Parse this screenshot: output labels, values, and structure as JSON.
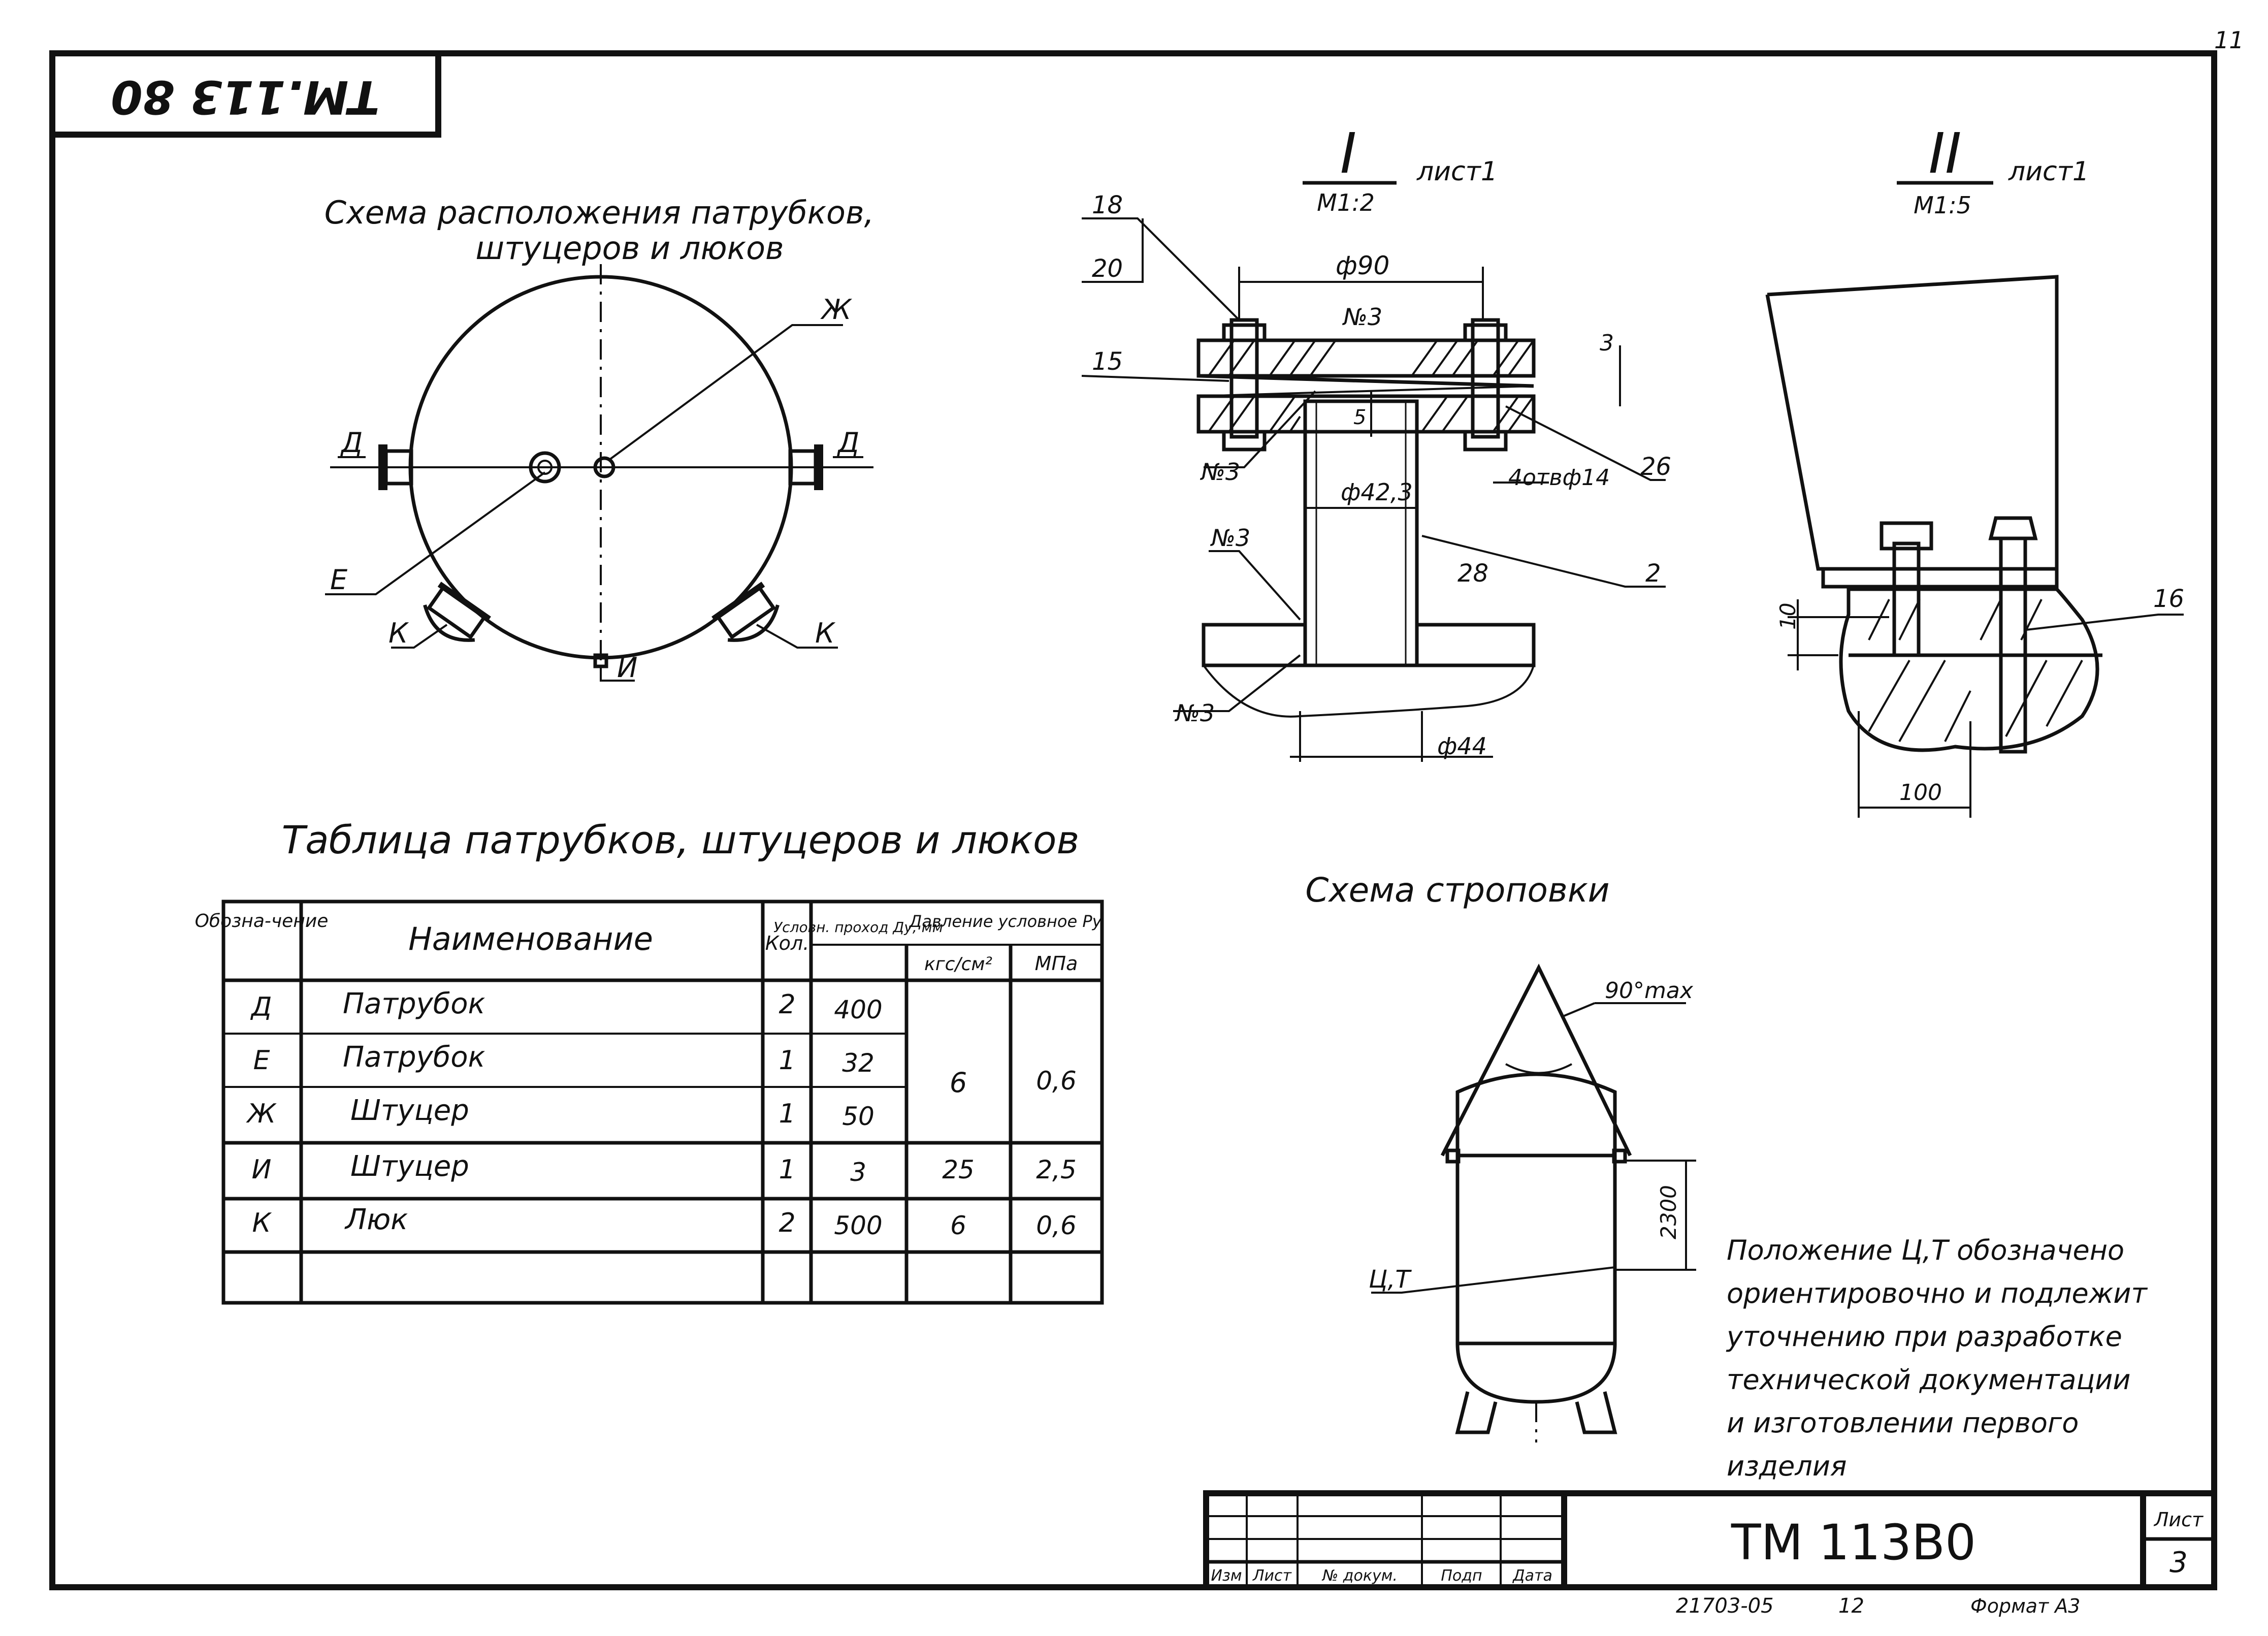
{
  "page_number": "11",
  "stamp_code": "ТМ.113 80",
  "scheme_title_line1": "Схема расположения патрубков,",
  "scheme_title_line2": "штуцеров и люков",
  "scheme_labels": {
    "d_left": "Д",
    "d_right": "Д",
    "e": "Е",
    "zh": "Ж",
    "k_left": "К",
    "k_right": "К",
    "i": "И"
  },
  "detail1": {
    "roman": "I",
    "sheet": "лист1",
    "scale": "М1:2",
    "l18": "18",
    "l20": "20",
    "l15": "15",
    "n3a": "№3",
    "n3b": "№3",
    "n3c": "№3",
    "n3d": "№3",
    "phi90": "ф90",
    "phi423": "ф42,3",
    "phi44": "ф44",
    "holes": "4отвф14",
    "l26": "26",
    "l28": "28",
    "l2": "2",
    "l3": "3",
    "l5": "5"
  },
  "detail2": {
    "roman": "II",
    "sheet": "лист1",
    "scale": "М1:5",
    "l10": "10",
    "l16": "16",
    "l100": "100"
  },
  "table_title": "Таблица патрубков, штуцеров и люков",
  "table": {
    "headers": {
      "designation": "Обозна-чение",
      "name": "Наименование",
      "qty": "Кол.",
      "dn": "Условн. проход Ду, мм",
      "pressure": "Давление условное Ру",
      "kgf": "кгс/см²",
      "mpa": "МПа"
    },
    "rows": [
      {
        "designation": "Д",
        "name": "Патрубок",
        "qty": "2",
        "dn": "400"
      },
      {
        "designation": "Е",
        "name": "Патрубок",
        "qty": "1",
        "dn": "32"
      },
      {
        "designation": "Ж",
        "name": "Штуцер",
        "qty": "1",
        "dn": "50"
      },
      {
        "designation": "И",
        "name": "Штуцер",
        "qty": "1",
        "dn": "3"
      },
      {
        "designation": "К",
        "name": "Люк",
        "qty": "2",
        "dn": "500"
      }
    ],
    "merged_pressure": {
      "kgf": "6",
      "mpa": "0,6"
    },
    "row_i_pressure": {
      "kgf": "25",
      "mpa": "2,5"
    },
    "row_k_pressure": {
      "kgf": "6",
      "mpa": "0,6"
    }
  },
  "sling_title": "Схема строповки",
  "sling_angle": "90°max",
  "sling_dim": "2300",
  "sling_ct": "Ц,Т",
  "note": [
    "Положение Ц,Т обозначено",
    "ориентировочно и подлежит",
    "уточнению при разработке",
    "технической документации",
    "и изготовлении первого",
    "изделия"
  ],
  "title_block": {
    "code": "ТМ 113В0",
    "sheet_label": "Лист",
    "sheet_num": "3",
    "cols": [
      "Изм",
      "Лист",
      "№ докум.",
      "Подп",
      "Дата"
    ]
  },
  "footer": {
    "num": "21703-05",
    "n12": "12",
    "format": "Формат А3"
  }
}
